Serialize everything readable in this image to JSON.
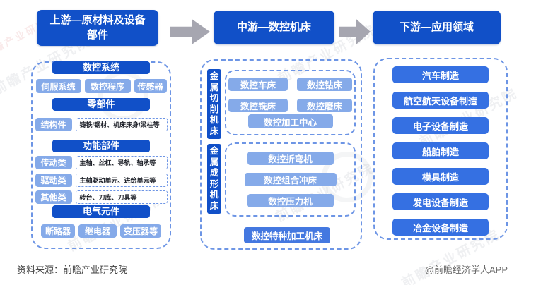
{
  "watermark": "前瞻产业研究院",
  "colors": {
    "header_blue": "#1150c8",
    "light_blue": "#85aae9",
    "bright_blue": "#3570e2",
    "special_blue": "#4478e0",
    "dashed_border": "#6d95e5",
    "arrow_gray": "#a6a6b0"
  },
  "headers": {
    "upstream": "上游—原材料及设备部件",
    "midstream": "中游—数控机床",
    "downstream": "下游—应用领域"
  },
  "upstream": {
    "sec1": {
      "title": "数控系统",
      "items": [
        "伺服系统",
        "数控程序",
        "传感器"
      ]
    },
    "sec2": {
      "title": "零部件",
      "rows": [
        {
          "label": "结构件",
          "detail": "铸铁/钢材、机床床身/梁柱等"
        }
      ]
    },
    "sec3": {
      "title": "功能部件",
      "rows": [
        {
          "label": "传动类",
          "detail": "主轴、丝杠、导轨、轴承等"
        },
        {
          "label": "驱动类",
          "detail": "主轴驱动单元、进给单元等"
        },
        {
          "label": "其他类",
          "detail": "转台、刀库、刀具等"
        }
      ]
    },
    "sec4": {
      "title": "电气元件",
      "items": [
        "断路器",
        "继电器",
        "变压器等"
      ]
    }
  },
  "midstream": {
    "group1": {
      "category": "金属切削机床",
      "items": [
        "数控车床",
        "数控钻床",
        "数控铣床",
        "数控磨床",
        "数控加工中心"
      ]
    },
    "group2": {
      "category": "金属成形机床",
      "items": [
        "数控折弯机",
        "数控组合冲床",
        "数控压力机"
      ]
    },
    "special": "数控特种加工机床"
  },
  "downstream": {
    "items": [
      "汽车制造",
      "航空航天设备制造",
      "电子设备制造",
      "船舶制造",
      "模具制造",
      "发电设备制造",
      "冶金设备制造"
    ]
  },
  "footer": {
    "source": "资料来源：前瞻产业研究院",
    "credit": "@前瞻经济学人APP"
  }
}
